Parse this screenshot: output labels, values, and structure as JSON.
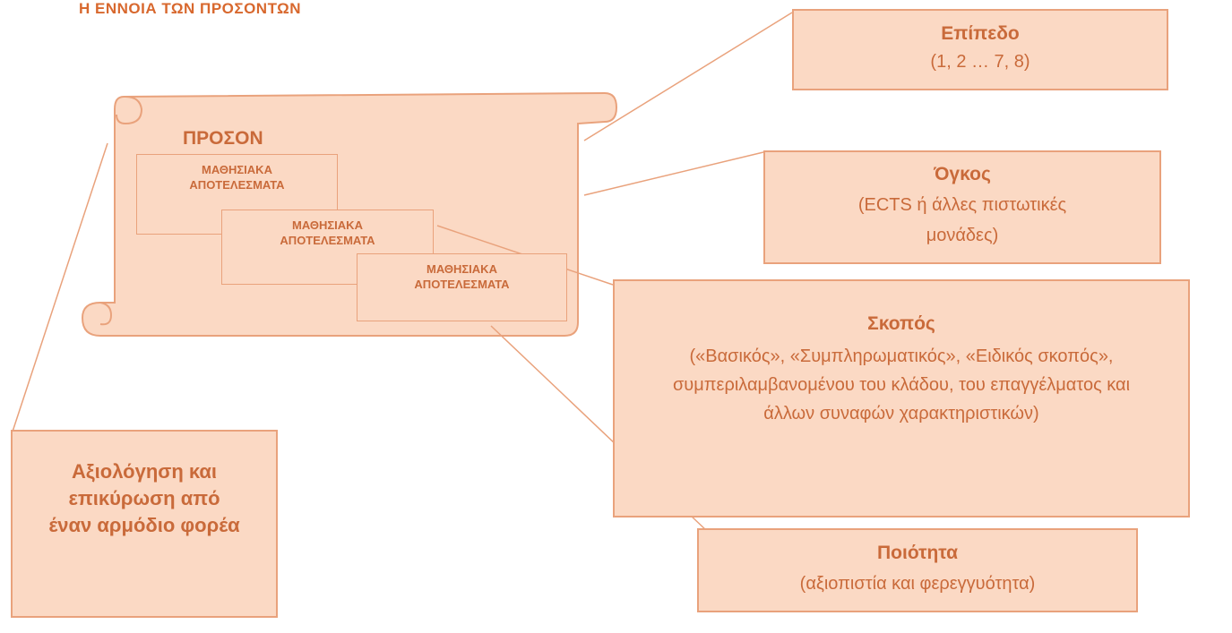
{
  "page": {
    "title": "Η ΕΝΝΟΙΑ ΤΩΝ ΠΡΟΣΟΝΤΩΝ"
  },
  "colors": {
    "accent": "#d8682e",
    "fill": "#fbd9c4",
    "border": "#e9a27c",
    "text": "#c96a3a"
  },
  "scroll": {
    "title": "ΠΡΟΣΟΝ",
    "documents": [
      {
        "line1": "ΜΑΘΗΣΙΑΚΑ",
        "line2": "ΑΠΟΤΕΛΕΣΜΑΤΑ"
      },
      {
        "line1": "ΜΑΘΗΣΙΑΚΑ",
        "line2": "ΑΠΟΤΕΛΕΣΜΑΤΑ"
      },
      {
        "line1": "ΜΑΘΗΣΙΑΚΑ",
        "line2": "ΑΠΟΤΕΛΕΣΜΑΤΑ"
      }
    ]
  },
  "boxes": {
    "level": {
      "title": "Επίπεδο",
      "body": "(1, 2 … 7, 8)"
    },
    "volume": {
      "title": "Όγκος",
      "body": "(ECTS ή άλλες πιστωτικές μονάδες)"
    },
    "purpose": {
      "title": "Σκοπός",
      "body": "(«Βασικός», «Συμπληρωματικός», «Ειδικός σκοπός», συμπεριλαμβανομένου του κλάδου, του επαγγέλματος και άλλων συναφών χαρακτηριστικών)"
    },
    "quality": {
      "title": "Ποιότητα",
      "body": "(αξιοπιστία και φερεγγυότητα)"
    },
    "assessment": {
      "title": "Αξιολόγηση και επικύρωση από έναν αρμόδιο φορέα"
    }
  }
}
